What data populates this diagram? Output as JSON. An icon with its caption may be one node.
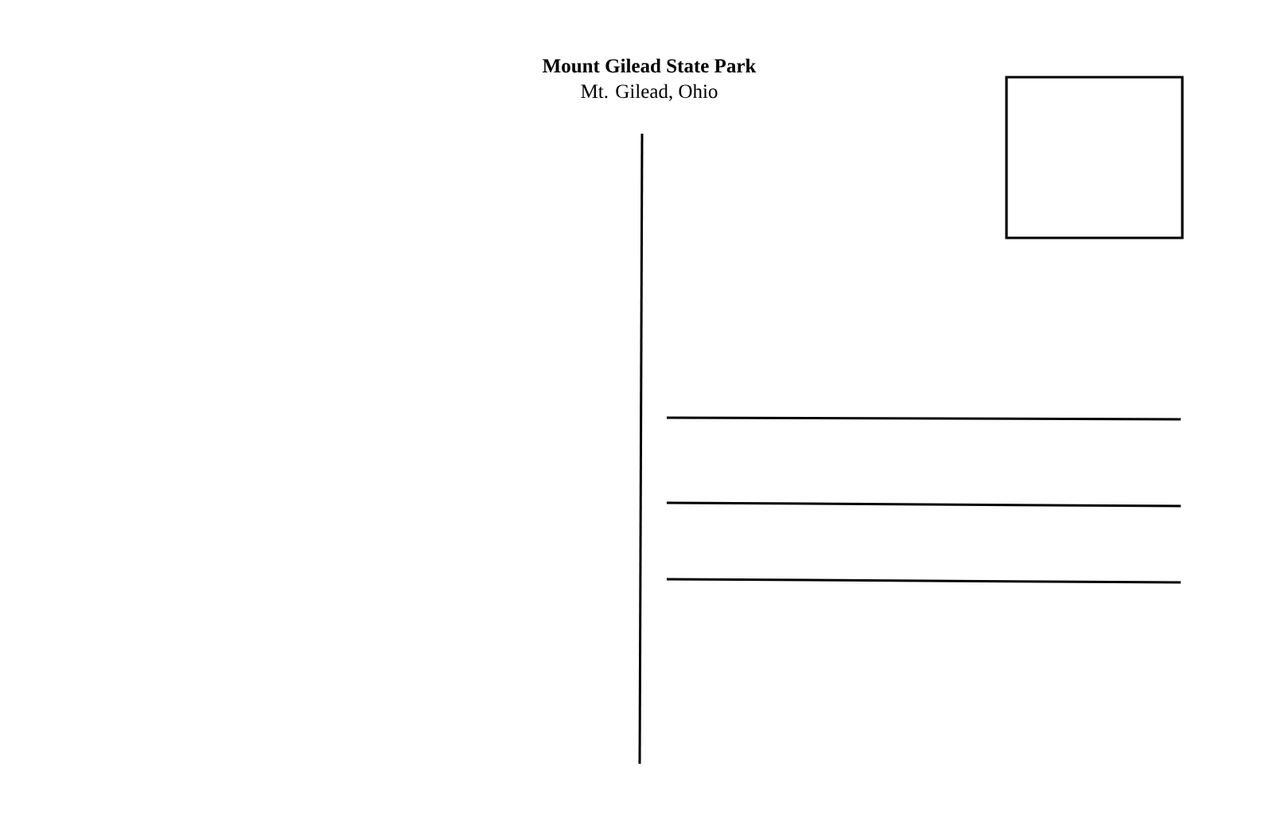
{
  "diagram": {
    "title": "Mount Gilead State Park",
    "nodes": [
      {
        "text": [],
        "shape": "box"
      }
    ],
    "labels": [
      "Mt. Gilead, Ohio"
    ]
  }
}
